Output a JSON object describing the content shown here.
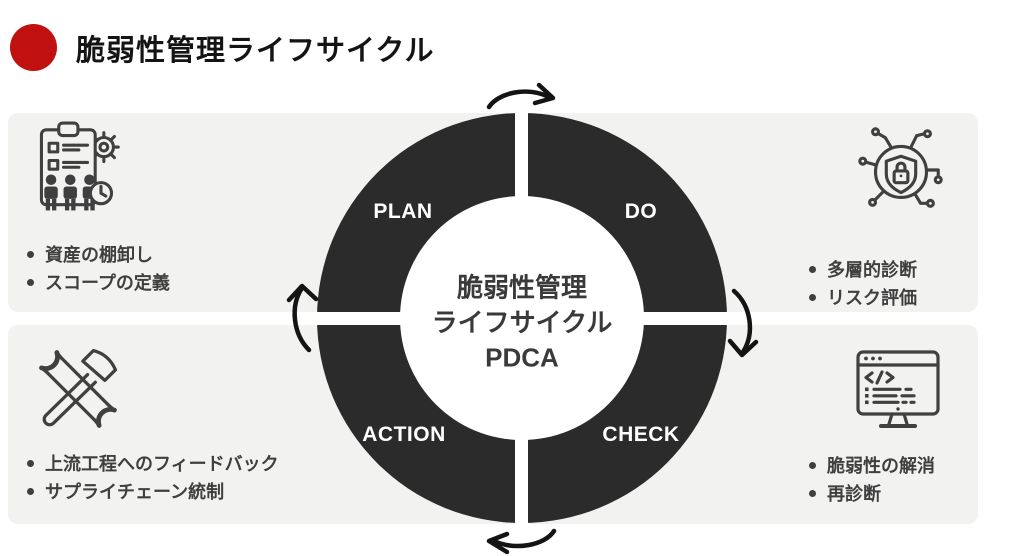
{
  "title": "脆弱性管理ライフサイクル",
  "colors": {
    "accent_red": "#c01010",
    "cycle_dark": "#2b2b2b",
    "panel_bg": "#f2f2f1",
    "icon_stroke": "#404040",
    "bullet_text": "#3f3f3f"
  },
  "cycle": {
    "rotation": "clockwise",
    "labels": {
      "plan": "PLAN",
      "do": "DO",
      "check": "CHECK",
      "action": "ACTION"
    },
    "center": {
      "line1": "脆弱性管理",
      "line2": "ライフサイクル",
      "line3": "PDCA"
    }
  },
  "panels": {
    "plan": {
      "icon": "clipboard-planning-icon",
      "bullets": [
        "資産の棚卸し",
        "スコープの定義"
      ]
    },
    "do": {
      "icon": "shield-lock-network-icon",
      "bullets": [
        "多層的診断",
        "リスク評価"
      ]
    },
    "action": {
      "icon": "wrench-hammer-icon",
      "bullets": [
        "上流工程へのフィードバック",
        "サプライチェーン統制"
      ]
    },
    "check": {
      "icon": "monitor-code-icon",
      "bullets": [
        "脆弱性の解消",
        "再診断"
      ]
    }
  }
}
